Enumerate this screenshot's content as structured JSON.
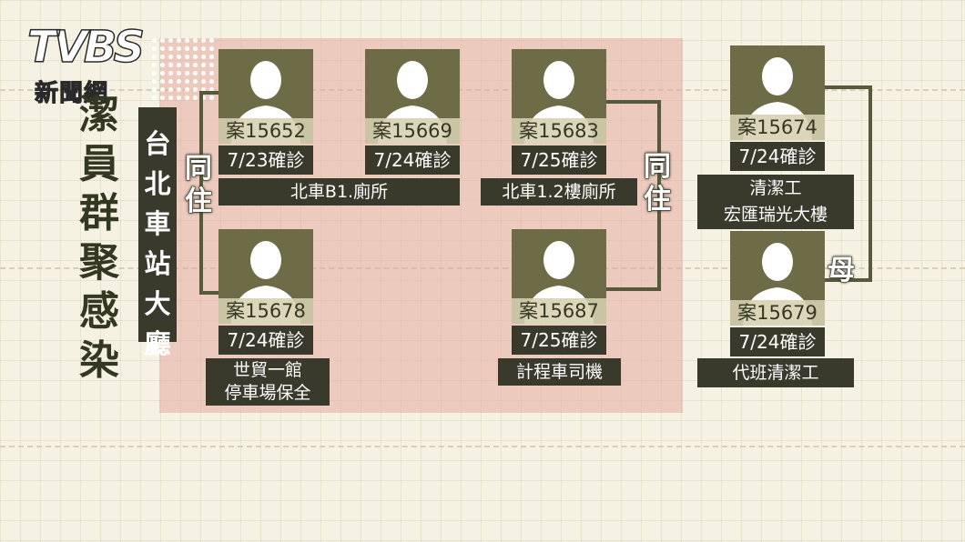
{
  "logo": {
    "mark": "TVBS",
    "sub": "新聞網"
  },
  "title": "潔員群聚感染",
  "station_label": "台北車站大廳",
  "cases": [
    {
      "id": "案15652",
      "date": "7/23確診"
    },
    {
      "id": "案15669",
      "date": "7/24確診"
    },
    {
      "id": "案15683",
      "date": "7/25確診"
    },
    {
      "id": "案15674",
      "date": "7/24確診"
    },
    {
      "id": "案15678",
      "date": "7/24確診"
    },
    {
      "id": "案15687",
      "date": "7/25確診"
    },
    {
      "id": "案15679",
      "date": "7/24確診"
    }
  ],
  "locations": {
    "b1": "北車B1.廁所",
    "f12": "北車1.2樓廁所",
    "cleaner_line1": "清潔工",
    "cleaner_line2": "宏匯瑞光大樓",
    "wtc_line1": "世貿一館",
    "wtc_line2": "停車場保全",
    "taxi": "計程車司機",
    "sub_cleaner": "代班清潔工"
  },
  "relations": {
    "cohabit_left": "同住",
    "cohabit_right": "同住",
    "mother": "母"
  },
  "colors": {
    "zone": "#e4aaa0",
    "avatar_bg": "#6e6b47",
    "label_bg": "#3a3a2c",
    "connector": "#575a3a"
  }
}
